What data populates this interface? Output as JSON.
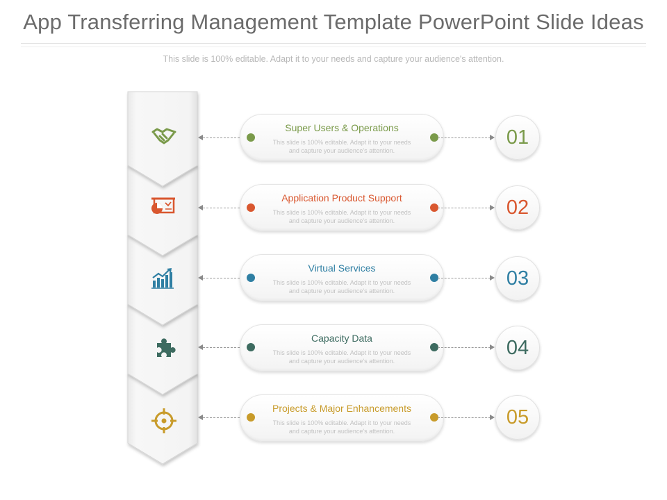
{
  "title": "App Transferring Management Template PowerPoint Slide Ideas",
  "subtitle": "This slide is 100% editable. Adapt it to your needs and capture your audience's attention.",
  "items": [
    {
      "number": "01",
      "label": "Super Users & Operations",
      "description": "This slide is 100% editable. Adapt it to your needs and capture your audience's attention.",
      "color": "#7a9a4a",
      "icon": "handshake-icon"
    },
    {
      "number": "02",
      "label": "Application Product Support",
      "description": "This slide is 100% editable. Adapt it to your needs and capture your audience's attention.",
      "color": "#d9572f",
      "icon": "presentation-board-icon"
    },
    {
      "number": "03",
      "label": "Virtual Services",
      "description": "This slide is 100% editable. Adapt it to your needs and capture your audience's attention.",
      "color": "#2f7fa3",
      "icon": "growth-chart-icon"
    },
    {
      "number": "04",
      "label": "Capacity Data",
      "description": "This slide is 100% editable. Adapt it to your needs and capture your audience's attention.",
      "color": "#3d6b60",
      "icon": "puzzle-piece-icon"
    },
    {
      "number": "05",
      "label": "Projects & Major Enhancements",
      "description": "This slide is 100% editable. Adapt it to your needs and capture your audience's attention.",
      "color": "#c89b2a",
      "icon": "target-crosshair-icon"
    }
  ]
}
